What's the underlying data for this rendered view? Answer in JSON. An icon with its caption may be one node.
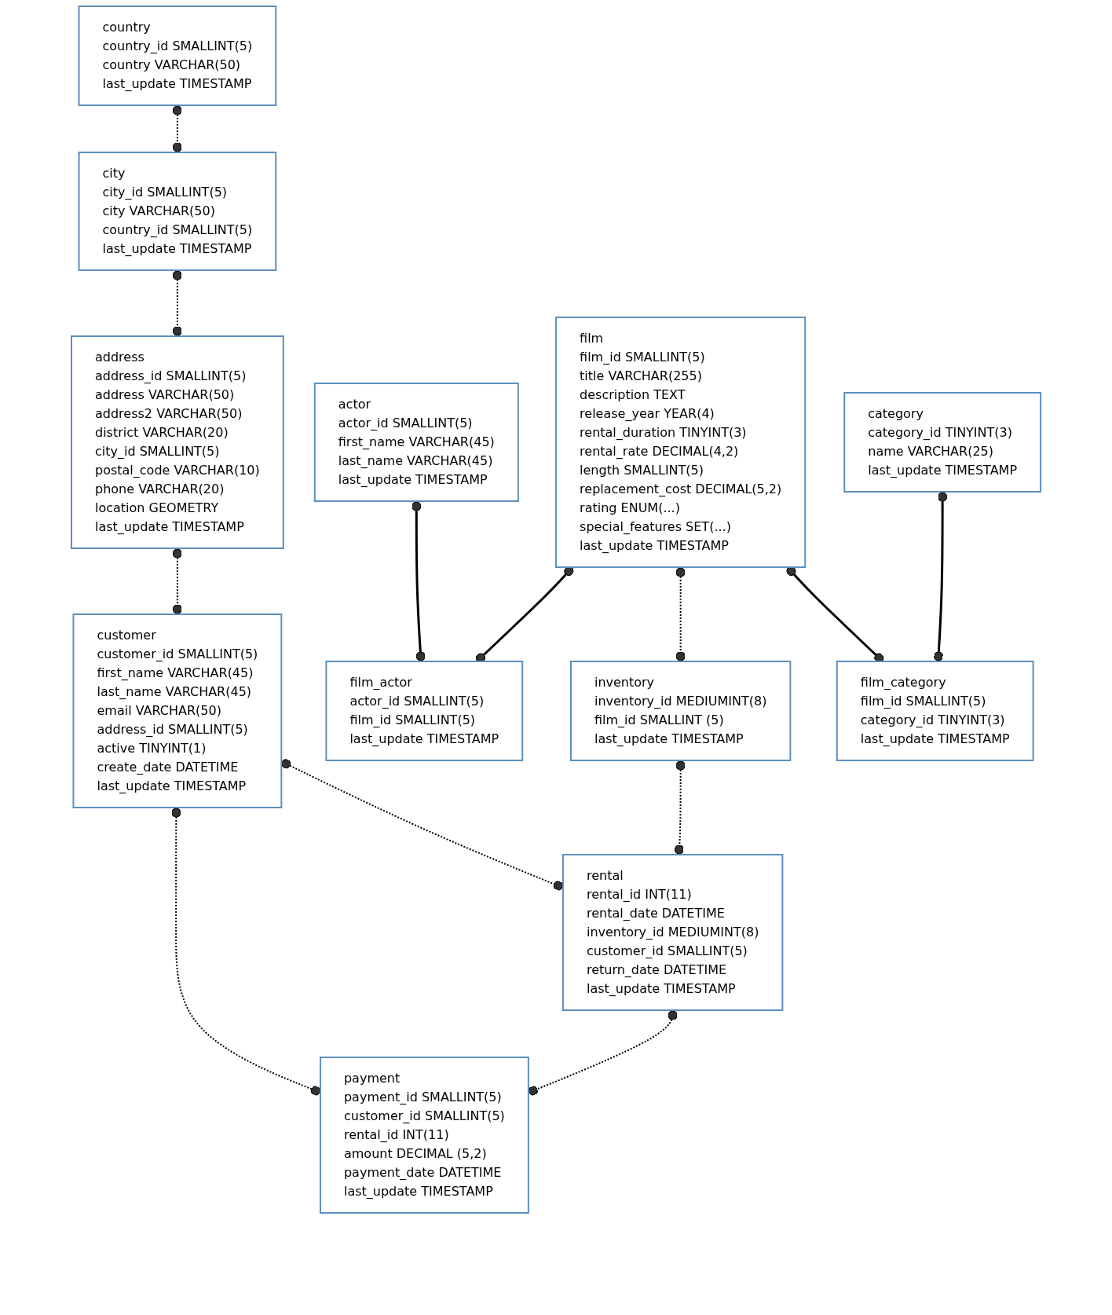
{
  "diagram": {
    "nodes": [
      {
        "text": [
          "customer",
          "customer_id SMALLINT(5)",
          "first_name VARCHAR(45)",
          "last_name VARCHAR(45)",
          "email VARCHAR(50)",
          "address_id SMALLINT(5)",
          "active TINYINT(1)",
          "create_date DATETIME",
          "last_update TIMESTAMP"
        ]
      },
      {
        "text": [
          "payment",
          "payment_id SMALLINT(5)",
          "customer_id SMALLINT(5)",
          "rental_id INT(11)",
          "amount DECIMAL (5,2)",
          "payment_date DATETIME",
          "last_update TIMESTAMP"
        ]
      },
      {
        "text": [
          "actor",
          "actor_id SMALLINT(5)",
          "first_name VARCHAR(45)",
          "last_name VARCHAR(45)",
          "last_update TIMESTAMP"
        ]
      },
      {
        "text": [
          "address",
          "address_id SMALLINT(5)",
          "address VARCHAR(50)",
          "address2 VARCHAR(50)",
          "district VARCHAR(20)",
          "city_id SMALLINT(5)",
          "postal_code VARCHAR(10)",
          "phone VARCHAR(20)",
          "location GEOMETRY",
          "last_update TIMESTAMP"
        ]
      },
      {
        "text": [
          "rental",
          "rental_id INT(11)",
          "rental_date DATETIME",
          "inventory_id MEDIUMINT(8)",
          "customer_id SMALLINT(5)",
          "return_date DATETIME",
          "last_update TIMESTAMP"
        ]
      },
      {
        "text": [
          "film_actor",
          "actor_id SMALLINT(5)",
          "film_id SMALLINT(5)",
          "last_update TIMESTAMP"
        ]
      },
      {
        "text": [
          "film",
          "film_id SMALLINT(5)",
          "title VARCHAR(255)",
          "description TEXT",
          "release_year YEAR(4)",
          "rental_duration TINYINT(3)",
          "rental_rate DECIMAL(4,2)",
          "length SMALLINT(5)",
          "replacement_cost DECIMAL(5,2)",
          "rating ENUM(...)",
          "special_features SET(...)",
          "last_update TIMESTAMP"
        ]
      },
      {
        "text": [
          "inventory",
          "inventory_id MEDIUMINT(8)",
          "film_id SMALLINT (5)",
          "last_update TIMESTAMP"
        ]
      },
      {
        "text": [
          "city",
          "city_id SMALLINT(5)",
          "city VARCHAR(50)",
          "country_id SMALLINT(5)",
          "last_update TIMESTAMP"
        ]
      },
      {
        "text": [
          "country",
          "country_id SMALLINT(5)",
          "country VARCHAR(50)",
          "last_update TIMESTAMP"
        ]
      },
      {
        "text": [
          "category",
          "category_id TINYINT(3)",
          "name VARCHAR(25)",
          "last_update TIMESTAMP"
        ]
      },
      {
        "text": [
          "film_category",
          "film_id SMALLINT(5)",
          "category_id TINYINT(3)",
          "last_update TIMESTAMP"
        ]
      }
    ],
    "edges": [
      {
        "from": 0,
        "to": 1,
        "arrow": "other",
        "style": "dashed"
      },
      {
        "from": 0,
        "to": 4,
        "arrow": "other",
        "style": "dashed"
      },
      {
        "from": 4,
        "to": 1,
        "arrow": "other",
        "style": "dashed"
      },
      {
        "from": 3,
        "to": 0,
        "arrow": "other",
        "style": "dashed"
      },
      {
        "from": 8,
        "to": 3,
        "arrow": "other",
        "style": "dashed"
      },
      {
        "from": 9,
        "to": 8,
        "arrow": "other",
        "style": "dashed"
      },
      {
        "from": 7,
        "to": 4,
        "arrow": "other",
        "style": "dashed"
      },
      {
        "from": 6,
        "to": 7,
        "arrow": "other",
        "style": "dashed"
      },
      {
        "from": 2,
        "to": 5,
        "arrow": "other"
      },
      {
        "from": 6,
        "to": 5,
        "arrow": "other"
      },
      {
        "from": 6,
        "to": 11,
        "arrow": "other"
      },
      {
        "from": 10,
        "to": 11,
        "arrow": "other"
      }
    ]
  }
}
